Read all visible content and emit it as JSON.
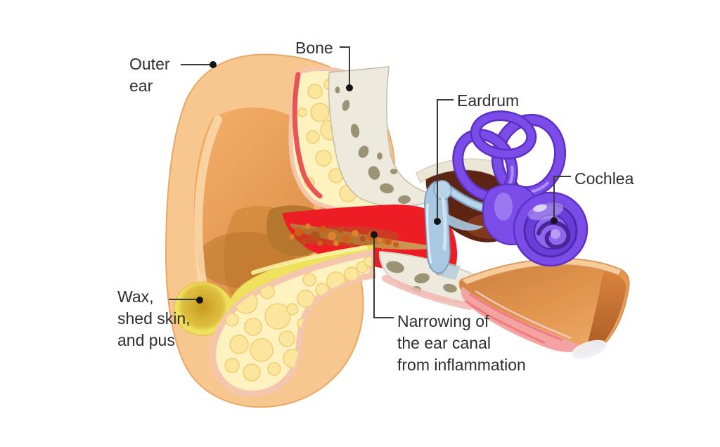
{
  "figure": {
    "background": "#ffffff",
    "subject": "ear-anatomy-cross-section"
  },
  "labels": {
    "outer_ear": {
      "lines": [
        "Outer",
        "ear"
      ]
    },
    "bone": {
      "lines": [
        "Bone"
      ]
    },
    "eardrum": {
      "lines": [
        "Eardrum"
      ]
    },
    "cochlea": {
      "lines": [
        "Cochlea"
      ]
    },
    "wax": {
      "lines": [
        "Wax,",
        "shed skin,",
        "and pus"
      ]
    },
    "narrowing": {
      "lines": [
        "Narrowing of",
        "the ear canal",
        "from inflammation"
      ]
    }
  },
  "colors": {
    "skin_peach": "#f8c68f",
    "concha_tan": "#e89a50",
    "fat_yellow": "#fdf2c0",
    "fat_bubble": "#fce59c",
    "cartilage_pink": "#f5aeb8",
    "bone_offwhite": "#ede9dc",
    "bone_spot": "#938a6a",
    "inflammation_red": "#ee1c24",
    "debris_orange": "#cc6018",
    "wax_yellow": "#efe15e",
    "middle_ear_brown": "#5e2413",
    "eardrum_blue": "#a9c9e2",
    "inner_ear_purple": "#7b4ce8",
    "leader_line": "#3a3a3a",
    "label_text": "#2e2e2e"
  }
}
